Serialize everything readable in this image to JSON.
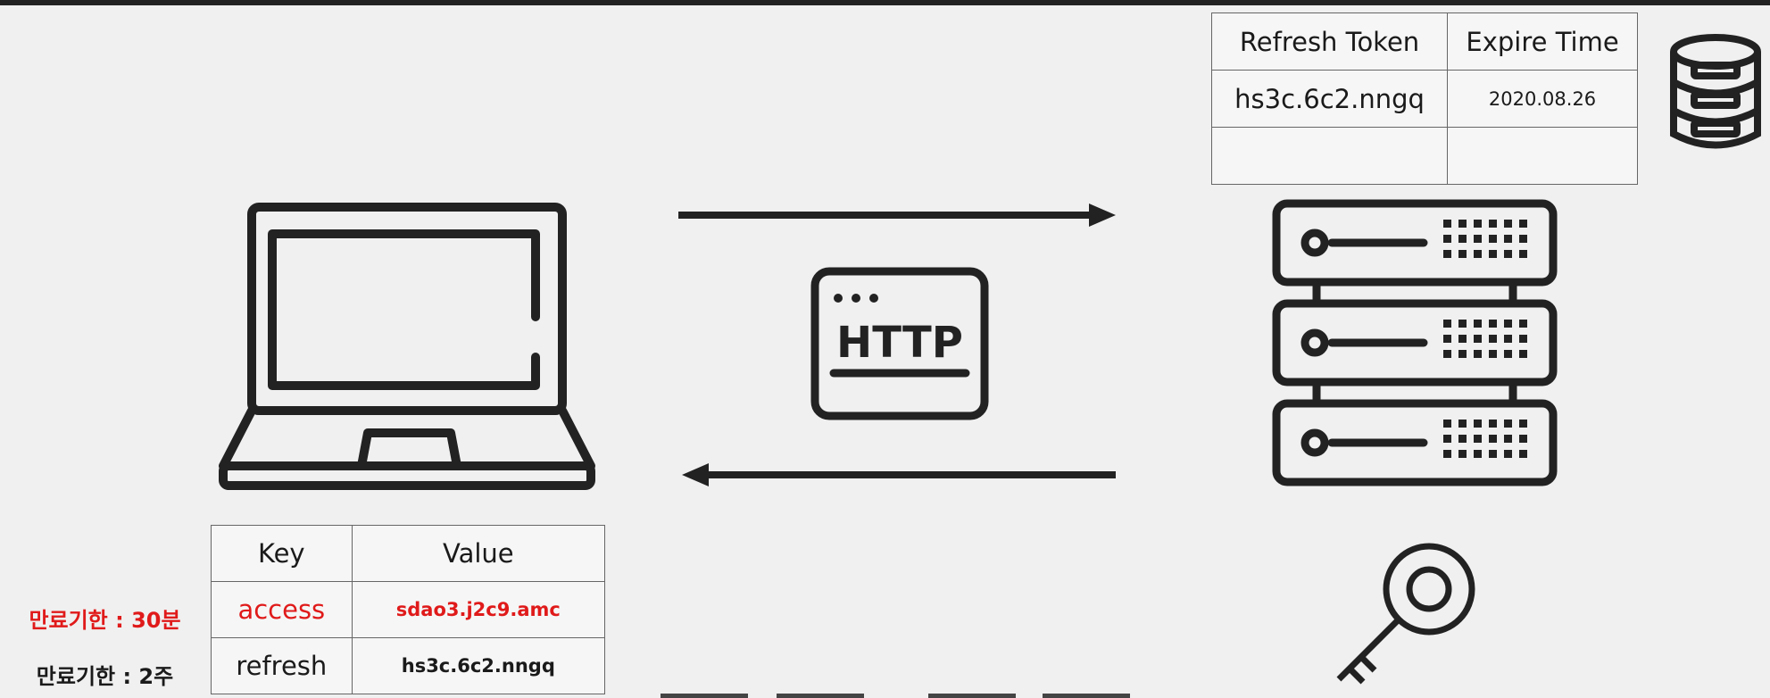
{
  "http_label": "HTTP",
  "db_table": {
    "headers": [
      "Refresh Token",
      "Expire Time"
    ],
    "rows": [
      [
        "hs3c.6c2.nngq",
        "2020.08.26"
      ],
      [
        "",
        ""
      ]
    ]
  },
  "client_table": {
    "headers": [
      "Key",
      "Value"
    ],
    "rows": [
      [
        "access",
        "sdao3.j2c9.amc"
      ],
      [
        "refresh",
        "hs3c.6c2.nngq"
      ]
    ]
  },
  "expiry_labels": {
    "access": "만료기한 : 30분",
    "refresh": "만료기한 : 2주"
  },
  "colors": {
    "highlight": "#e01a1a",
    "line": "#222222",
    "background": "#f0f0f0"
  },
  "icons": [
    "laptop-icon",
    "http-window-icon",
    "server-rack-icon",
    "database-icon",
    "key-icon"
  ]
}
